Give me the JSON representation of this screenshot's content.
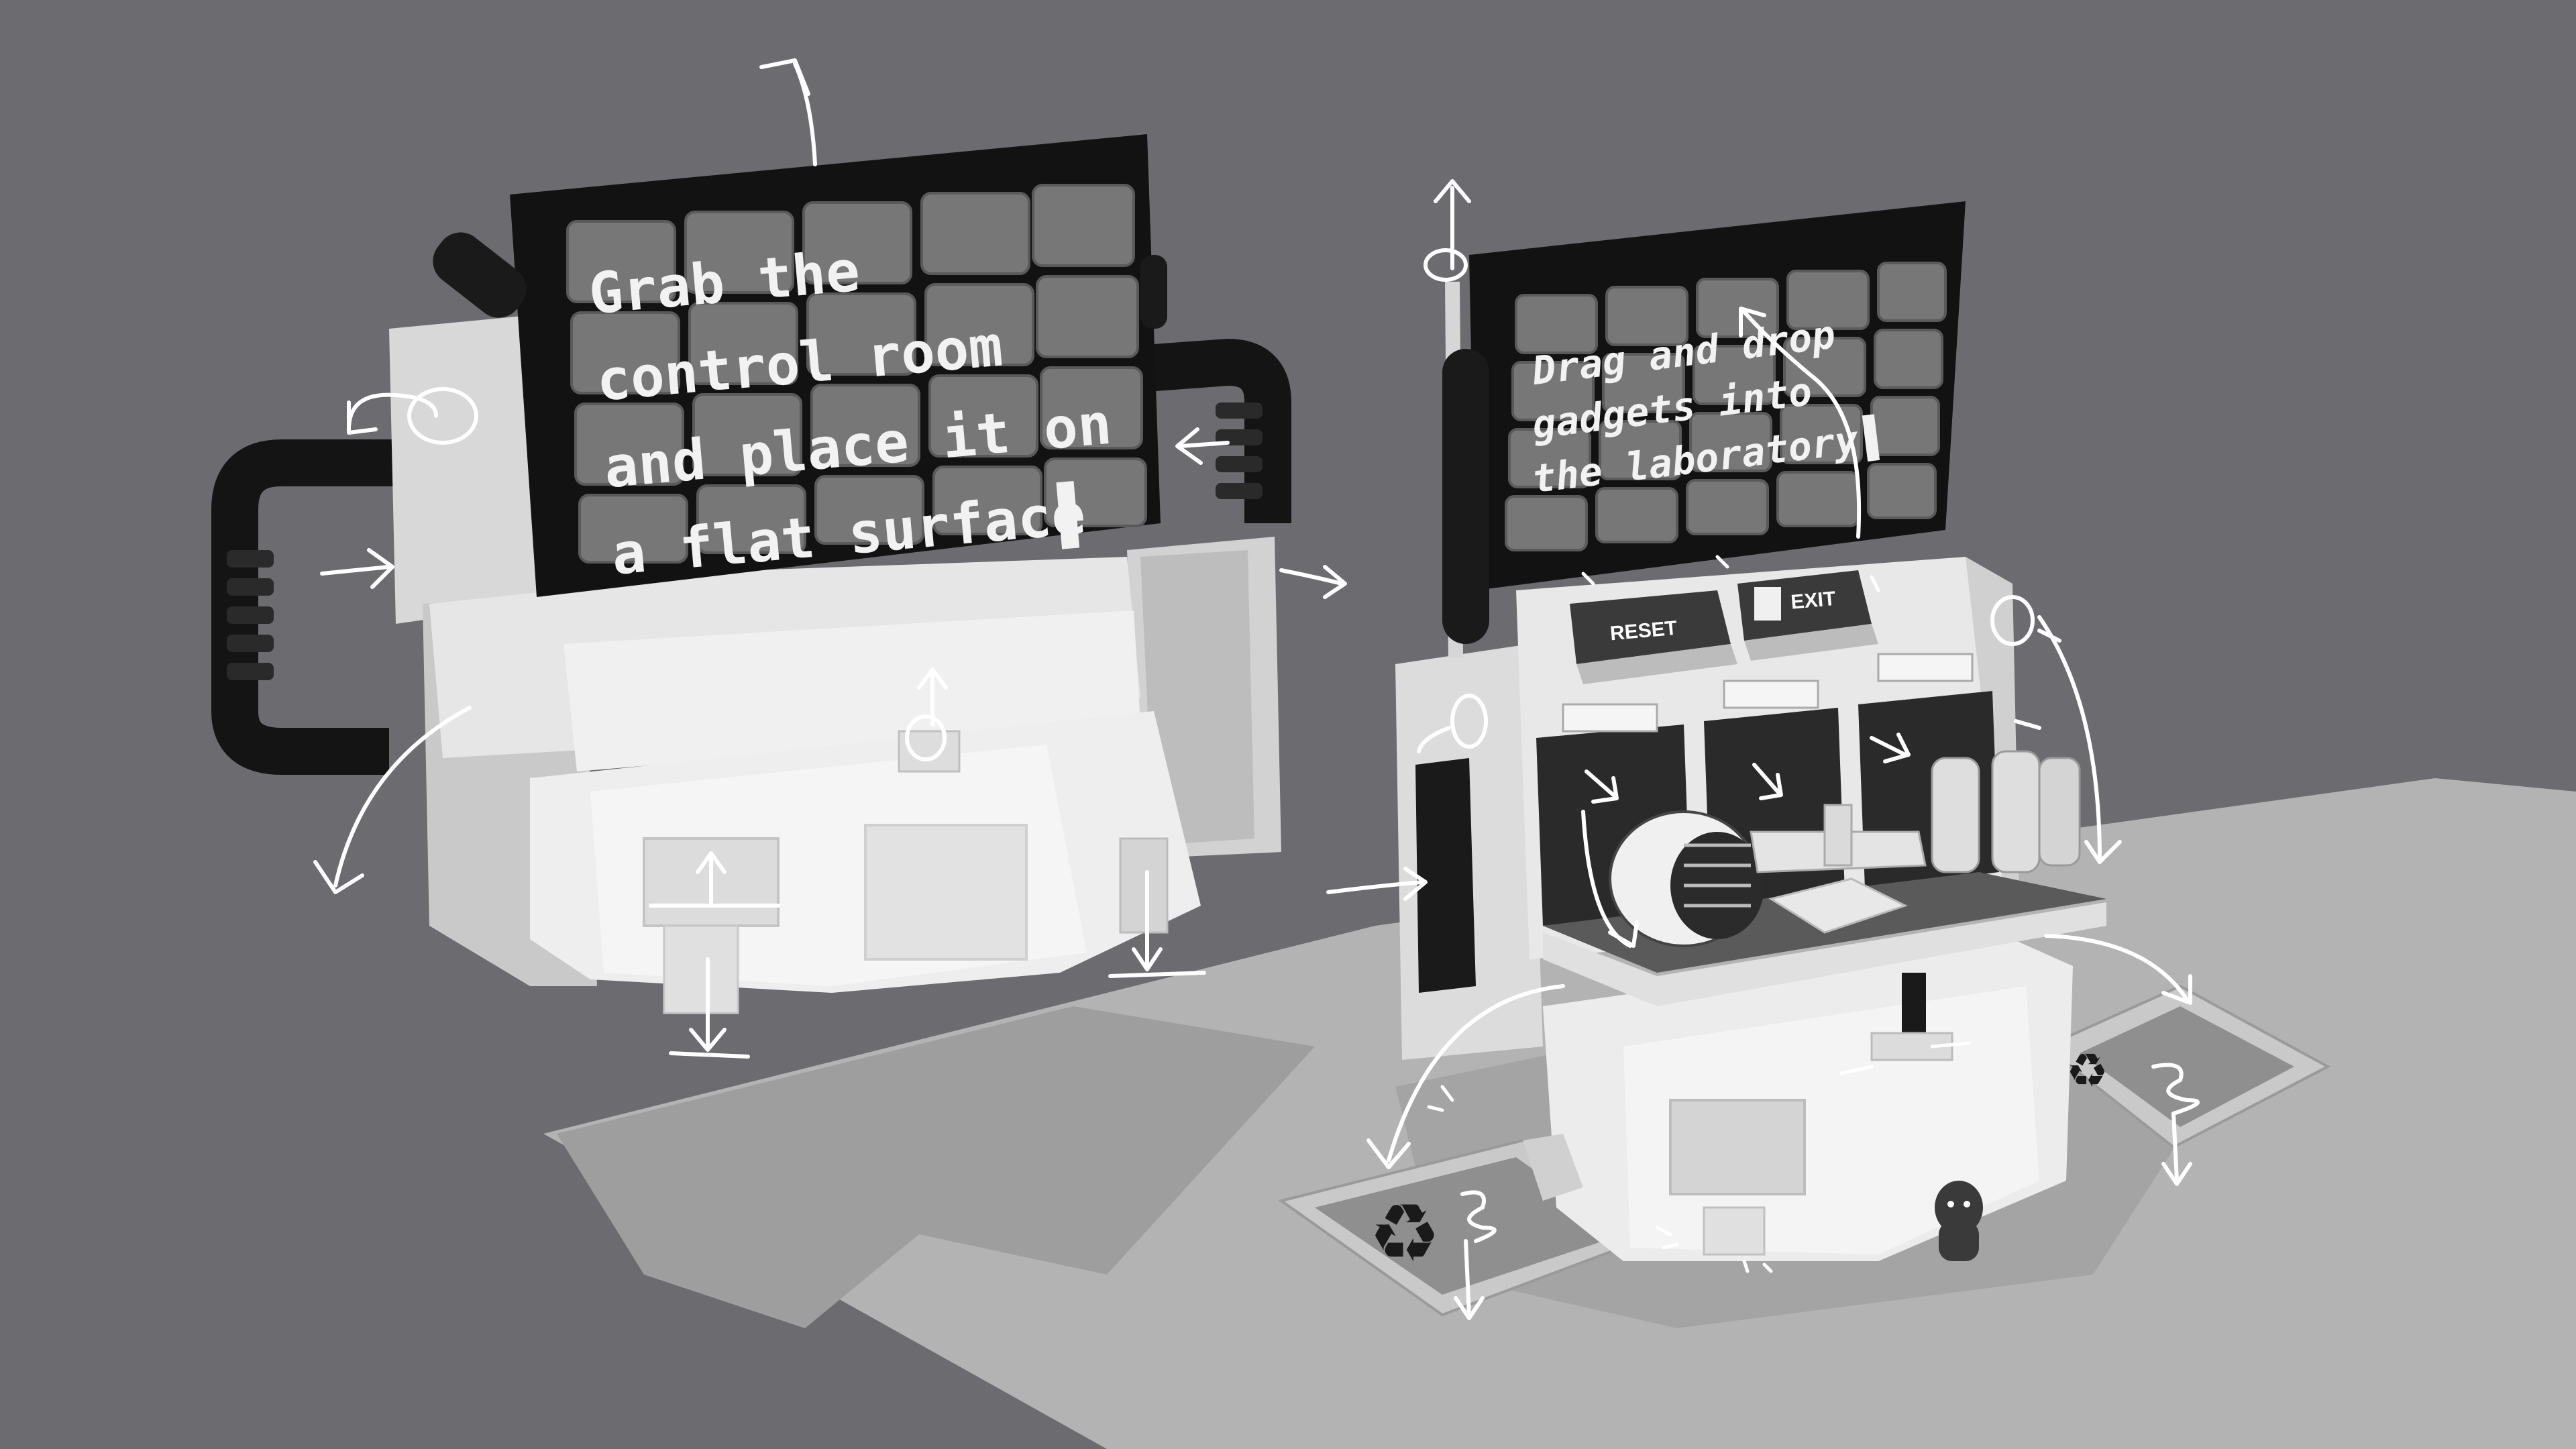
{
  "scene": {
    "left_console": {
      "screen_lines": [
        "Grab the",
        "control room",
        "and place it on",
        "a flat surface"
      ],
      "cursor": "▌"
    },
    "right_console": {
      "screen_lines": [
        "Drag and drop",
        "gadgets into",
        "the laboratory"
      ],
      "cursor": "▌",
      "reset_button_label": "RESET",
      "exit_button_label": "EXIT"
    }
  }
}
